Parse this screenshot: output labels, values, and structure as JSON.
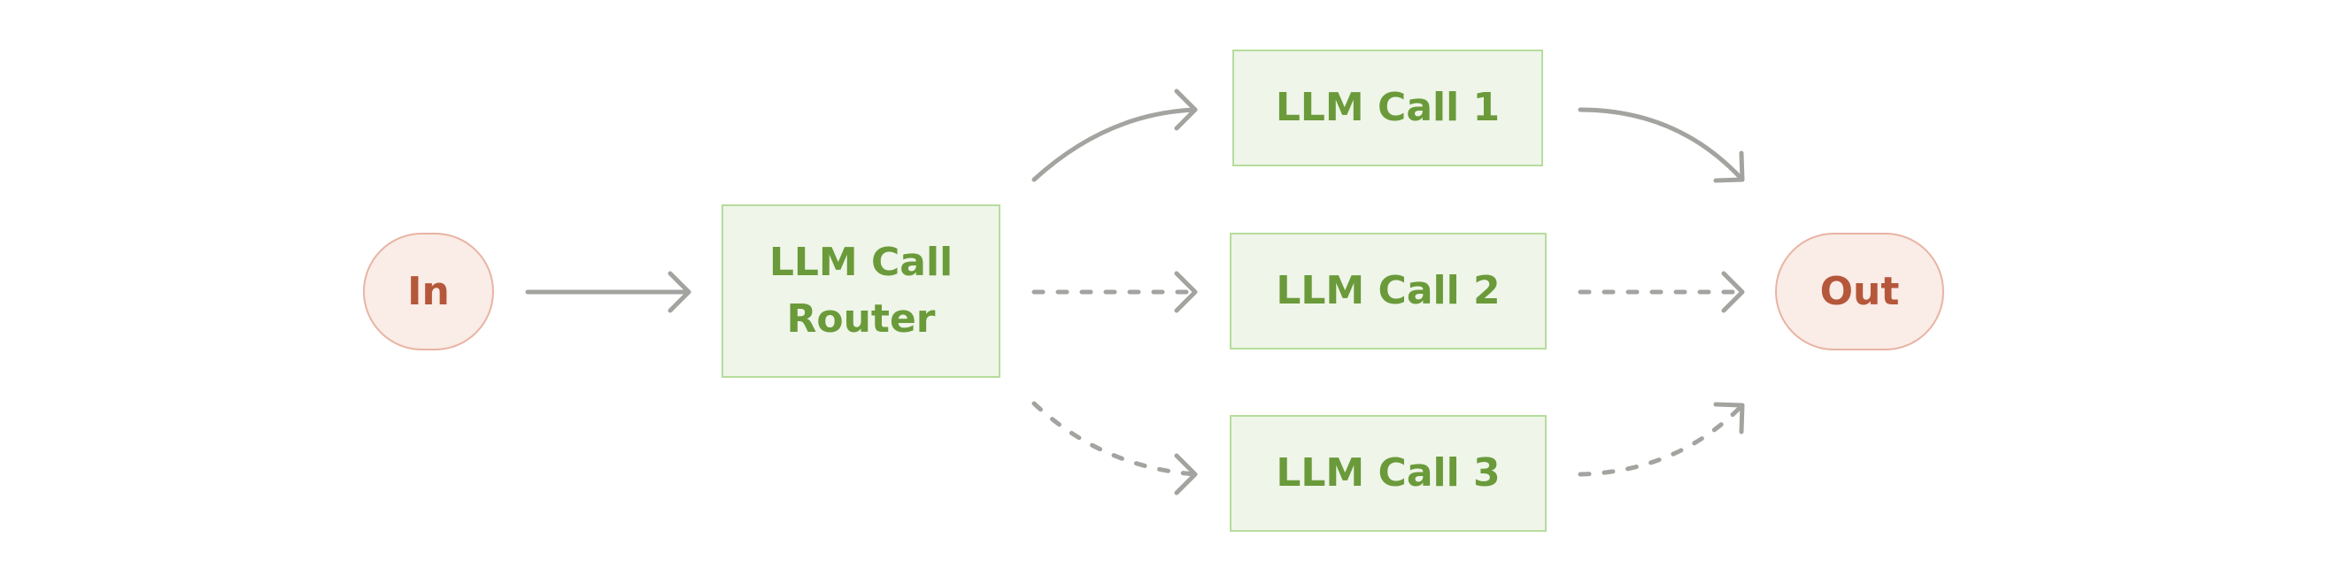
{
  "nodes": {
    "input": {
      "label": "In"
    },
    "router": {
      "line1": "LLM Call",
      "line2": "Router"
    },
    "calls": [
      {
        "label": "LLM Call 1"
      },
      {
        "label": "LLM Call 2"
      },
      {
        "label": "LLM Call 3"
      }
    ],
    "output": {
      "label": "Out"
    }
  },
  "edges": [
    {
      "from": "input",
      "to": "router",
      "style": "solid"
    },
    {
      "from": "router",
      "to": "calls.0",
      "style": "solid"
    },
    {
      "from": "router",
      "to": "calls.1",
      "style": "dashed"
    },
    {
      "from": "router",
      "to": "calls.2",
      "style": "dashed"
    },
    {
      "from": "calls.0",
      "to": "output",
      "style": "solid"
    },
    {
      "from": "calls.1",
      "to": "output",
      "style": "dashed"
    },
    {
      "from": "calls.2",
      "to": "output",
      "style": "dashed"
    }
  ],
  "colors": {
    "io_fill": "#faece7",
    "io_border": "#e8b4a3",
    "io_text": "#b5573a",
    "llm_fill": "#eff5e9",
    "llm_border": "#b6dd9c",
    "llm_text": "#6a9a3a",
    "arrow": "#a3a3a0",
    "background": "#ffffff"
  }
}
